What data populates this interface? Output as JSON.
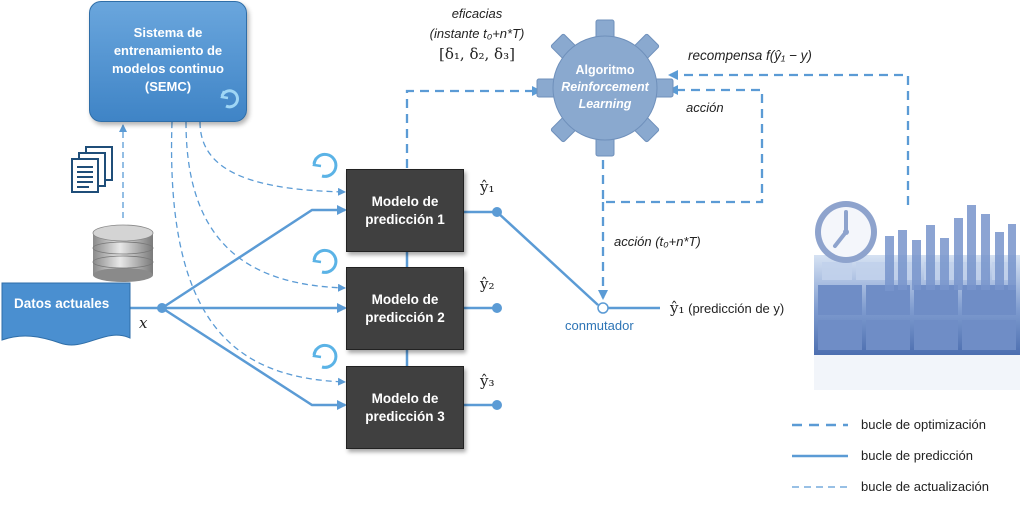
{
  "semc": {
    "line1": "Sistema de",
    "line2": "entrenamiento de",
    "line3": "modelos continuo",
    "line4": "(SEMC)"
  },
  "datos_actuales": "Datos actuales",
  "input_var": "x",
  "models": [
    {
      "line1": "Modelo de",
      "line2": "predicción 1",
      "output": "ŷ₁"
    },
    {
      "line1": "Modelo de",
      "line2": "predicción 2",
      "output": "ŷ₂"
    },
    {
      "line1": "Modelo de",
      "line2": "predicción 3",
      "output": "ŷ₃"
    }
  ],
  "algorithm": {
    "line1": "Algoritmo",
    "line2": "Reinforcement",
    "line3": "Learning"
  },
  "eficacias": {
    "line1": "eficacias",
    "line2": "(instante t₀+n*T)",
    "line3": "[δ₁, δ₂, δ₃]"
  },
  "recompensa": "recompensa f(ŷ₁ − y)",
  "accion": "acción",
  "accion_t": "acción (t₀+n*T)",
  "conmutador": "conmutador",
  "output_label": {
    "var": "ŷ₁",
    "text": "(predicción de y)"
  },
  "legend": [
    {
      "label": "bucle de optimización",
      "style": "dashed-thick"
    },
    {
      "label": "bucle de predicción",
      "style": "solid"
    },
    {
      "label": "bucle de actualización",
      "style": "dashed-thin"
    }
  ],
  "colors": {
    "line": "#5b9bd5",
    "box_dark": "#404040",
    "box_blue": "#4a8fd0",
    "gear": "#8aa9cf",
    "conmutador_text": "#2e75b6"
  }
}
